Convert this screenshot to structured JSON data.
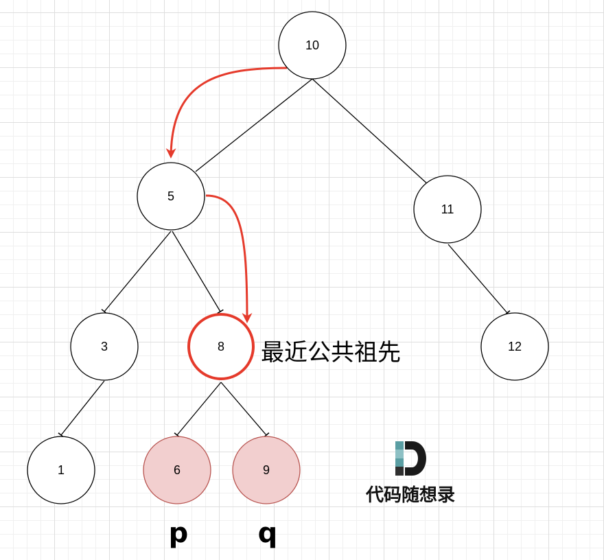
{
  "nodes": {
    "n10": {
      "label": "10",
      "highlight": "none"
    },
    "n5": {
      "label": "5",
      "highlight": "none"
    },
    "n11": {
      "label": "11",
      "highlight": "none"
    },
    "n3": {
      "label": "3",
      "highlight": "none"
    },
    "n8": {
      "label": "8",
      "highlight": "red-outline"
    },
    "n12": {
      "label": "12",
      "highlight": "none"
    },
    "n1": {
      "label": "1",
      "highlight": "none"
    },
    "n6": {
      "label": "6",
      "highlight": "pink-fill"
    },
    "n9": {
      "label": "9",
      "highlight": "pink-fill"
    }
  },
  "edges": [
    [
      "10",
      "5"
    ],
    [
      "10",
      "11"
    ],
    [
      "5",
      "3"
    ],
    [
      "5",
      "8"
    ],
    [
      "11",
      "12"
    ],
    [
      "3",
      "1"
    ],
    [
      "8",
      "6"
    ],
    [
      "8",
      "9"
    ]
  ],
  "search_path": [
    "10",
    "5",
    "8"
  ],
  "annotations": {
    "ancestor_caption": "最近公共祖先",
    "p_label": "p",
    "q_label": "q"
  },
  "brand": {
    "name": "代码随想录",
    "logo_icon": "d-logo-icon"
  },
  "colors": {
    "accent_red": "#e53a2b",
    "pink_fill": "#f2cfcf",
    "pink_stroke": "#b85450",
    "logo_teal": "#5a9ea3"
  }
}
